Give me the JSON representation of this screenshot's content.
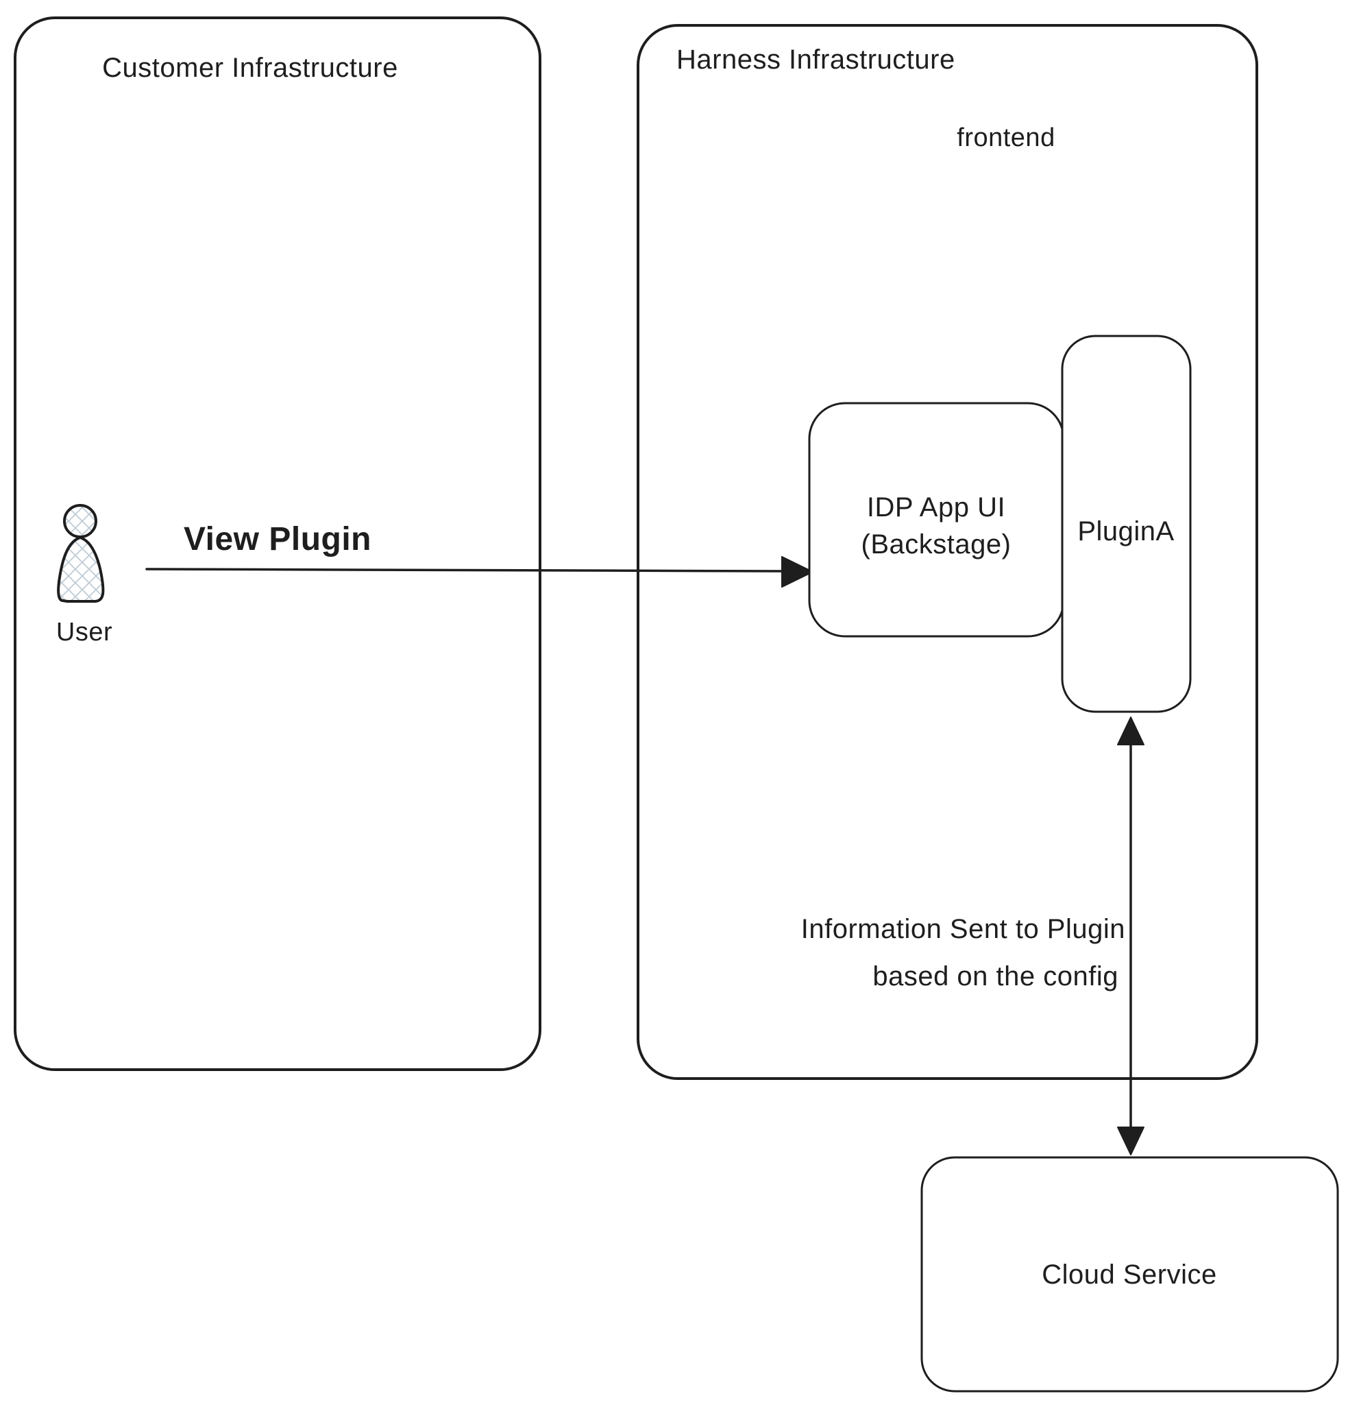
{
  "canvas": {
    "width": "1967",
    "height": "2052",
    "background": "#ffffff"
  },
  "colors": {
    "stroke": "#1e1e1e",
    "cloud_fill": "#a5d8ff",
    "crosshatch": "#c0ccd5"
  },
  "customer_box": {
    "title": "Customer Infrastructure"
  },
  "harness_box": {
    "title": "Harness Infrastructure",
    "frontend_label": "frontend"
  },
  "user": {
    "label": "User"
  },
  "nodes": {
    "idp_app_ui": {
      "label_line1": "IDP App UI",
      "label_line2": "(Backstage)"
    },
    "plugin_a": {
      "label": "PluginA"
    },
    "cloud_service": {
      "label": "Cloud Service"
    }
  },
  "arrows": {
    "view_plugin": {
      "label": "View Plugin"
    },
    "info": {
      "label_line1": "Information Sent to Plugin",
      "label_line2": "based on the config"
    }
  }
}
